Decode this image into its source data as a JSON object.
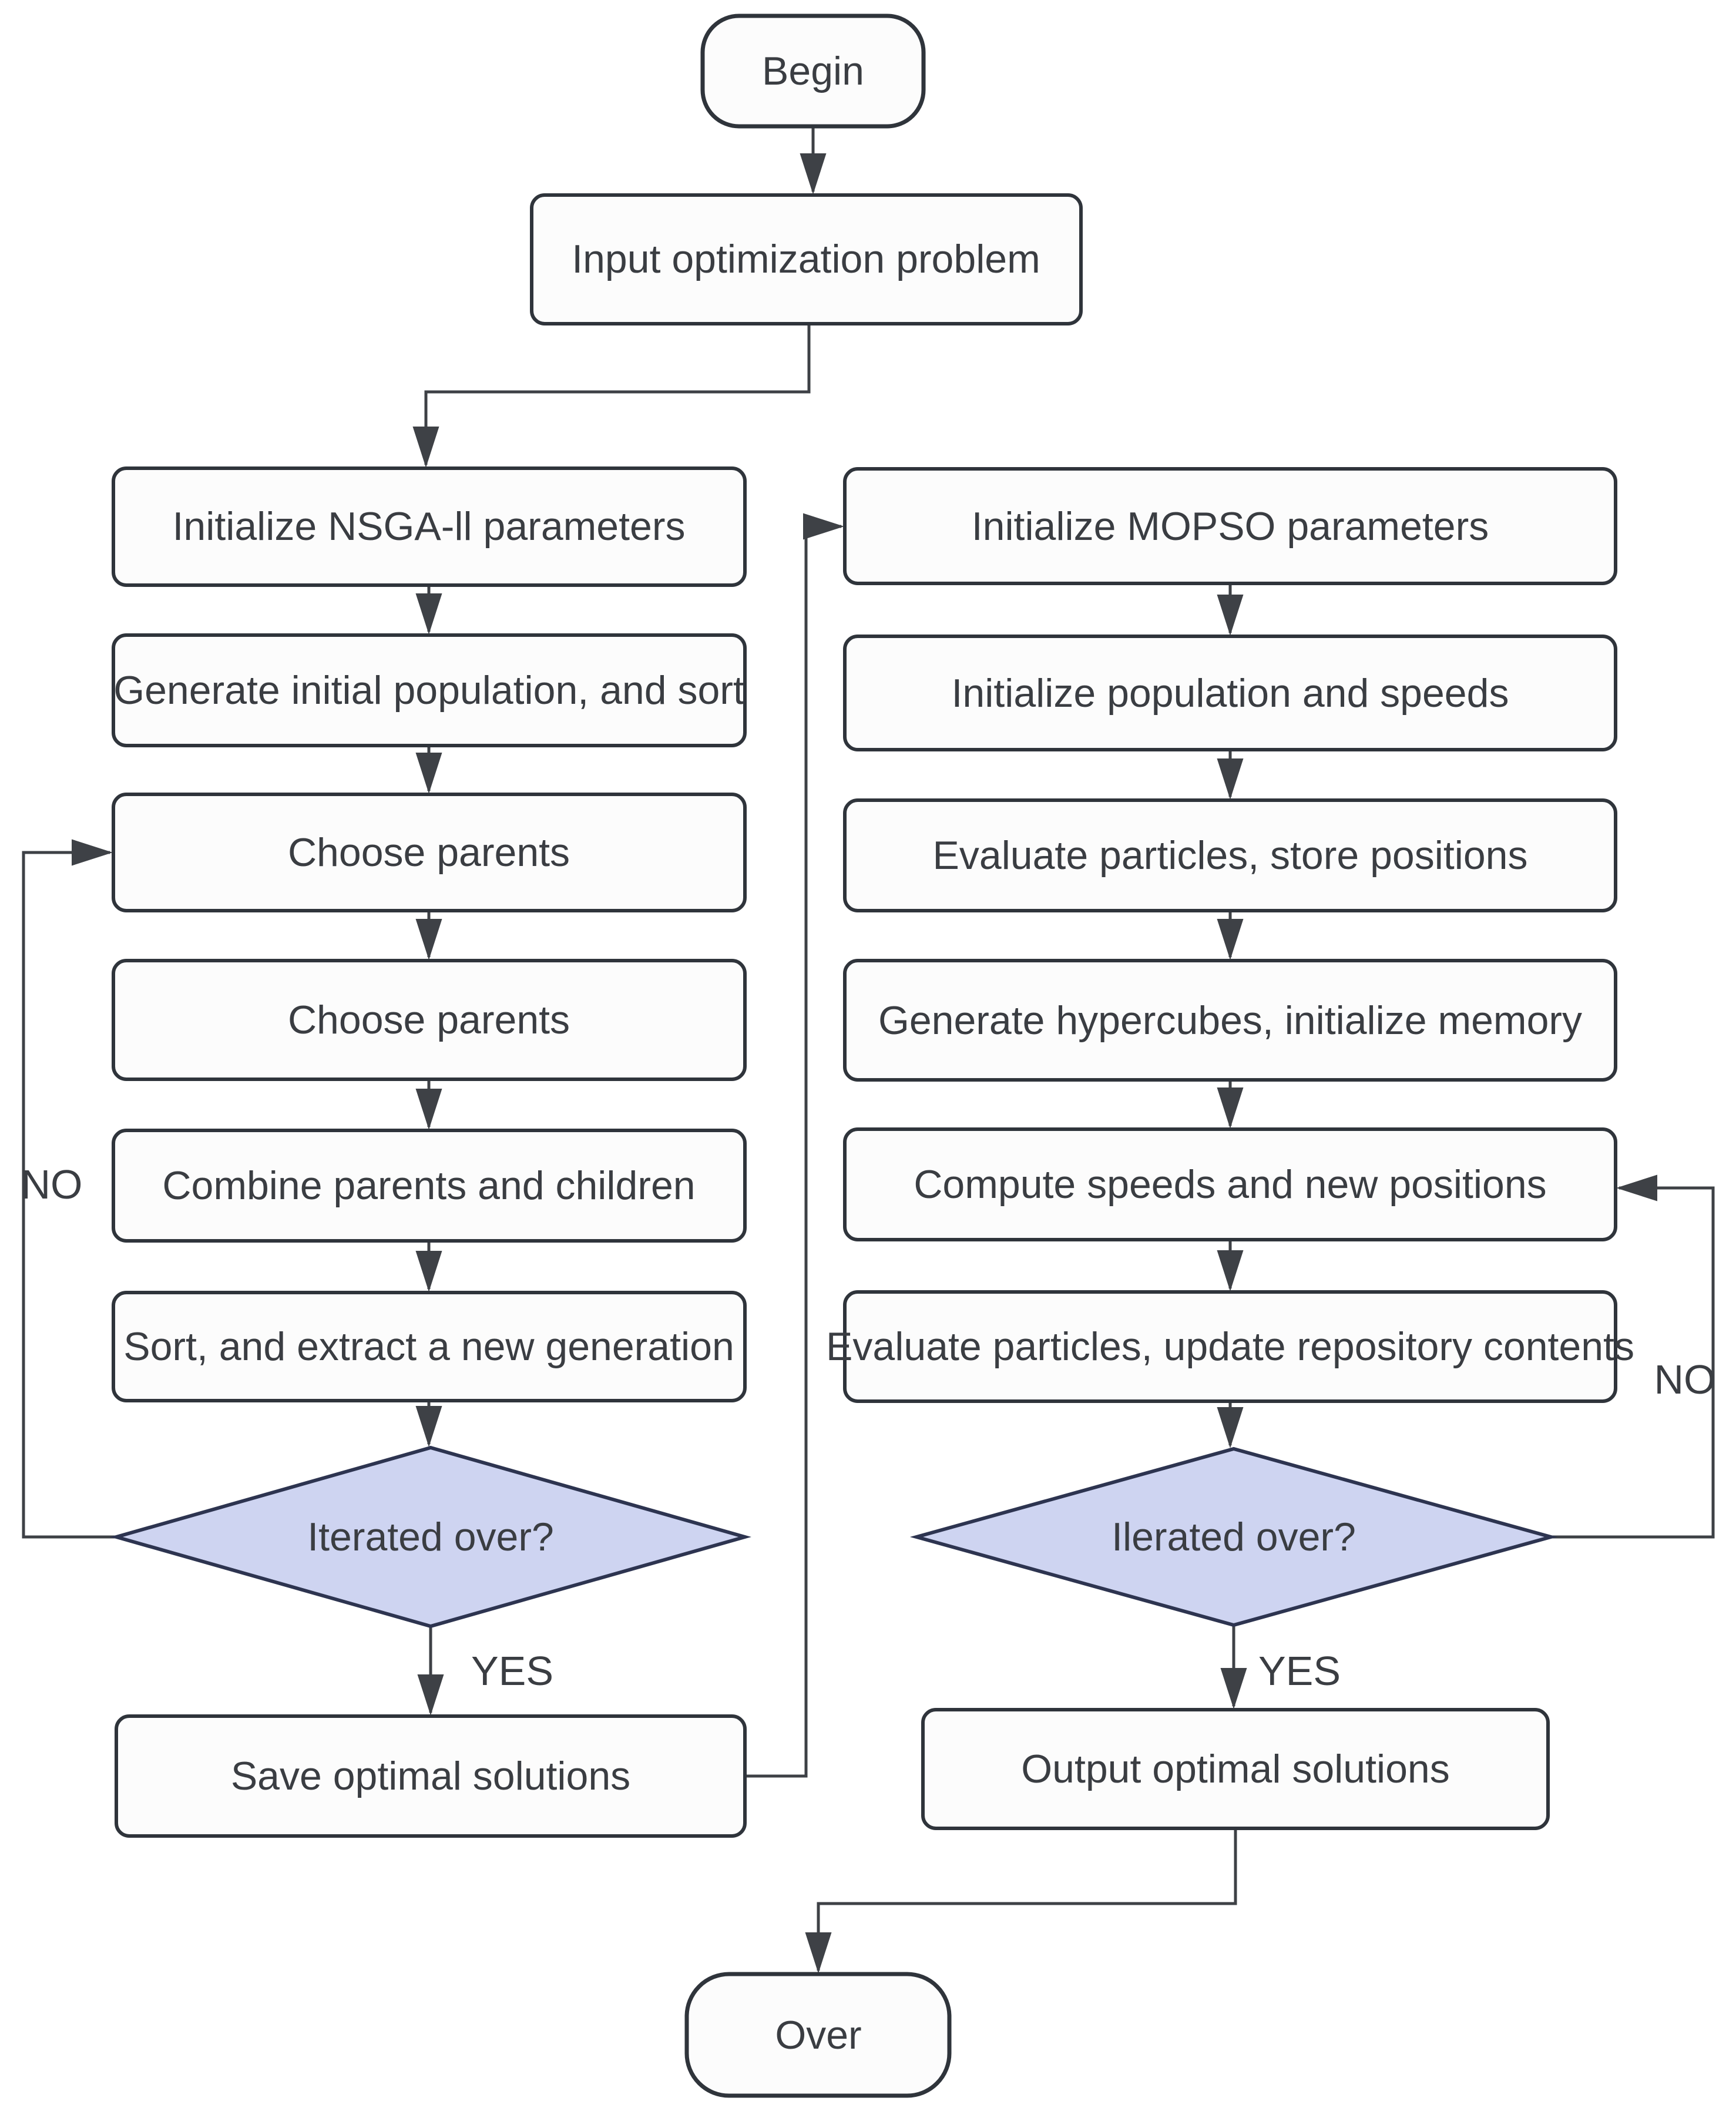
{
  "nodes": {
    "begin": {
      "label": "Begin"
    },
    "input": {
      "label": "Input optimization problem"
    },
    "nsga_init": {
      "label": "Initialize NSGA-ll parameters"
    },
    "nsga_generate": {
      "label": "Generate initial population, and sort"
    },
    "nsga_choose1": {
      "label": "Choose parents"
    },
    "nsga_choose2": {
      "label": "Choose parents"
    },
    "nsga_combine": {
      "label": "Combine parents and children"
    },
    "nsga_sort": {
      "label": "Sort, and extract a new generation"
    },
    "nsga_decision": {
      "label": "Iterated over?"
    },
    "nsga_save": {
      "label": "Save optimal solutions"
    },
    "mopso_init": {
      "label": "Initialize MOPSO parameters"
    },
    "mopso_population": {
      "label": "Initialize population and speeds"
    },
    "mopso_evaluate": {
      "label": "Evaluate particles, store positions"
    },
    "mopso_hypercubes": {
      "label": "Generate hypercubes, initialize memory"
    },
    "mopso_compute": {
      "label": "Compute speeds and new positions"
    },
    "mopso_update": {
      "label": "Evaluate particles, update repository contents"
    },
    "mopso_decision": {
      "label": "Ilerated over?"
    },
    "mopso_output": {
      "label": "Output optimal solutions"
    },
    "over": {
      "label": "Over"
    }
  },
  "edge_labels": {
    "nsga_yes": "YES",
    "nsga_no": "NO",
    "mopso_yes": "YES",
    "mopso_no": "NO"
  },
  "colors": {
    "background": "#ffffff",
    "box_fill": "#fcfcfc",
    "box_border": "#2f343b",
    "diamond_fill": "#ced4f1",
    "diamond_border": "#2d3450",
    "line": "#3e4146",
    "text": "#3a3d42"
  }
}
